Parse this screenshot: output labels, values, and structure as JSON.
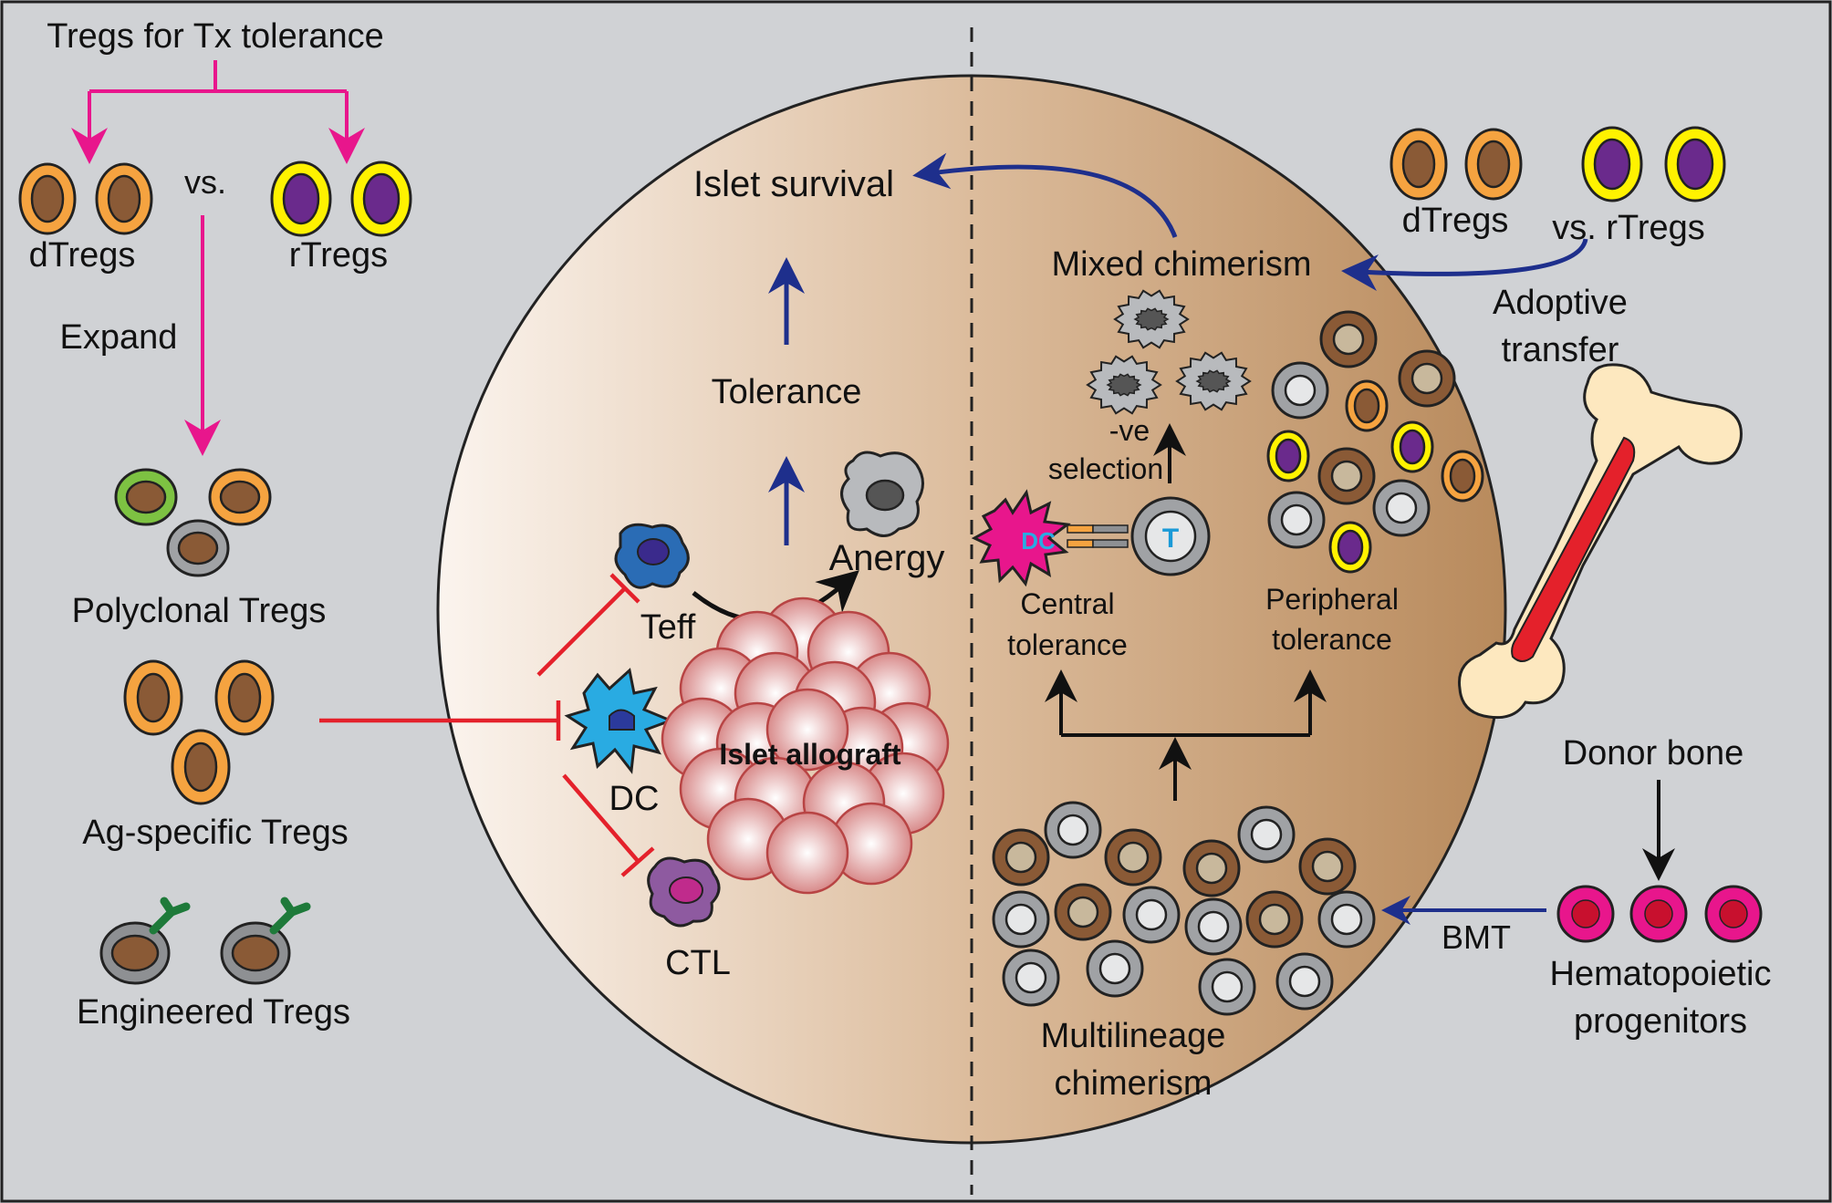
{
  "left_panel": {
    "title": "Tregs for Tx tolerance",
    "donor_label": "dTregs",
    "vs_label": "vs.",
    "recipient_label": "rTregs",
    "expand_label": "Expand",
    "polyclonal_label": "Polyclonal Tregs",
    "ag_specific_label": "Ag-specific Tregs",
    "engineered_label": "Engineered Tregs"
  },
  "circle_left": {
    "islet_survival": "Islet survival",
    "tolerance": "Tolerance",
    "anergy": "Anergy",
    "teff": "Teff",
    "dc": "DC",
    "ctl": "CTL",
    "islet_allograft": "Islet allograft"
  },
  "circle_right": {
    "mixed_chimerism": "Mixed chimerism",
    "neg_selection_line1": "-ve",
    "neg_selection_line2": "selection",
    "dc_letter": "DC",
    "t_letter": "T",
    "central_line1": "Central",
    "central_line2": "tolerance",
    "peripheral_line1": "Peripheral",
    "peripheral_line2": "tolerance",
    "multilineage_line1": "Multilineage",
    "multilineage_line2": "chimerism"
  },
  "right_panel": {
    "dtregs": "dTregs",
    "vs_rtregs": "vs. rTregs",
    "adoptive_line1": "Adoptive",
    "adoptive_line2": "transfer",
    "donor_bone": "Donor bone",
    "bmt": "BMT",
    "hemato_line1": "Hematopoietic",
    "hemato_line2": "progenitors"
  },
  "colors": {
    "background": "#d0d2d5",
    "magenta_arrow": "#e8168c",
    "blue_arrow": "#1e2f8c",
    "red_inhibit": "#e4212b",
    "donor_treg_ring": "#f5a340",
    "recipient_treg_ring": "#fff200",
    "recipient_treg_nucleus": "#6a2a8c",
    "cell_nucleus_brown": "#8a5a36",
    "islet_cell": "#e8a8a8"
  }
}
